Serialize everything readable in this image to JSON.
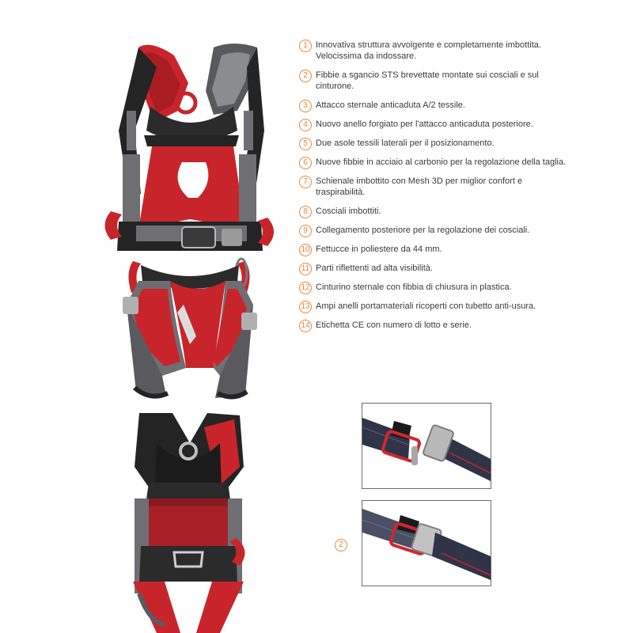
{
  "features": [
    {
      "number": "1",
      "text": "Innovativa struttura avvolgente e completamente imbottita. Velocissima da indossare."
    },
    {
      "number": "2",
      "text": "Fibbie a sgancio STS brevettate montate sui cosciali e sul cinturone."
    },
    {
      "number": "3",
      "text": "Attacco sternale anticaduta A/2 tessile."
    },
    {
      "number": "4",
      "text": "Nuovo anello forgiato per l'attacco anticaduta posteriore."
    },
    {
      "number": "5",
      "text": "Due asole tessili laterali per il posizionamento."
    },
    {
      "number": "6",
      "text": "Nuove fibbie in acciaio al carbonio per la regolazione della taglia."
    },
    {
      "number": "7",
      "text": "Schienale imbottito con Mesh 3D per miglior confort e traspirabilità."
    },
    {
      "number": "8",
      "text": "Cosciali imbottiti."
    },
    {
      "number": "9",
      "text": "Collegamento posteriore per la regolazione dei cosciali."
    },
    {
      "number": "10",
      "text": "Fettucce in poliestere da 44 mm."
    },
    {
      "number": "11",
      "text": "Parti riflettenti ad alta visibilità."
    },
    {
      "number": "12",
      "text": "Cinturino sternale con fibbia di chiusura in plastica."
    },
    {
      "number": "13",
      "text": "Ampi anelli portamateriali ricoperti con tubetto anti-usura."
    },
    {
      "number": "14",
      "text": "Etichetta CE con numero di lotto e serie."
    }
  ],
  "buckle_callout": "2",
  "colors": {
    "callout": "#e9883a",
    "harness_red": "#c8242c",
    "webbing_grey": "#6f6f73",
    "padding_black": "#242424",
    "text": "#3b3b3b"
  },
  "icons": {
    "front_photo": "harness-front-photo",
    "back_photo": "harness-back-photo",
    "buckle_open": "sts-buckle-open-photo",
    "buckle_closed": "sts-buckle-closed-photo"
  }
}
